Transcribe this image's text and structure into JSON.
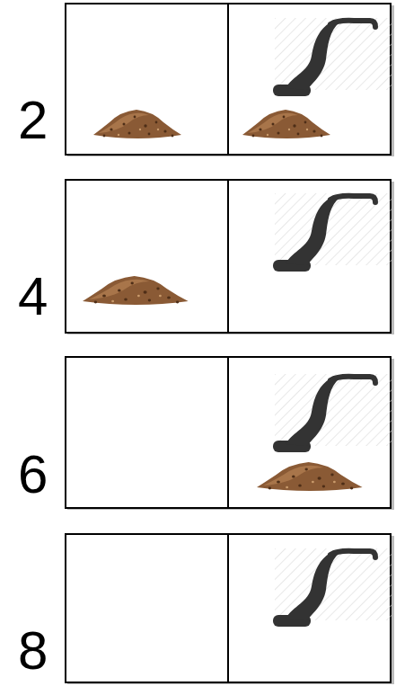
{
  "diagram": {
    "labels": [
      "2",
      "4",
      "6",
      "8"
    ]
  }
}
